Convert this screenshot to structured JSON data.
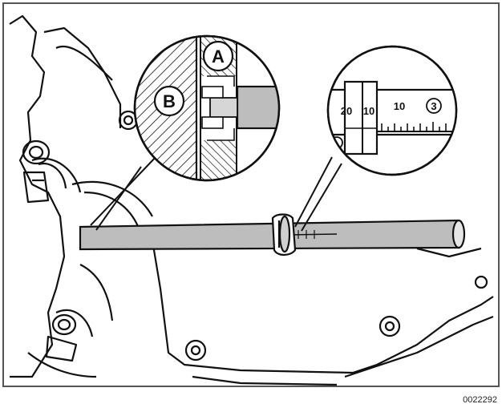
{
  "figure": {
    "callouts": {
      "a": "A",
      "b": "B"
    },
    "scale": {
      "label_20": "20",
      "label_10_left": "10",
      "label_10": "10",
      "label_3": "3"
    },
    "figure_id": "0022292"
  },
  "colors": {
    "line": "#111111",
    "background": "#ffffff",
    "gray_fill": "#bdbdbd",
    "border": "#555555"
  }
}
